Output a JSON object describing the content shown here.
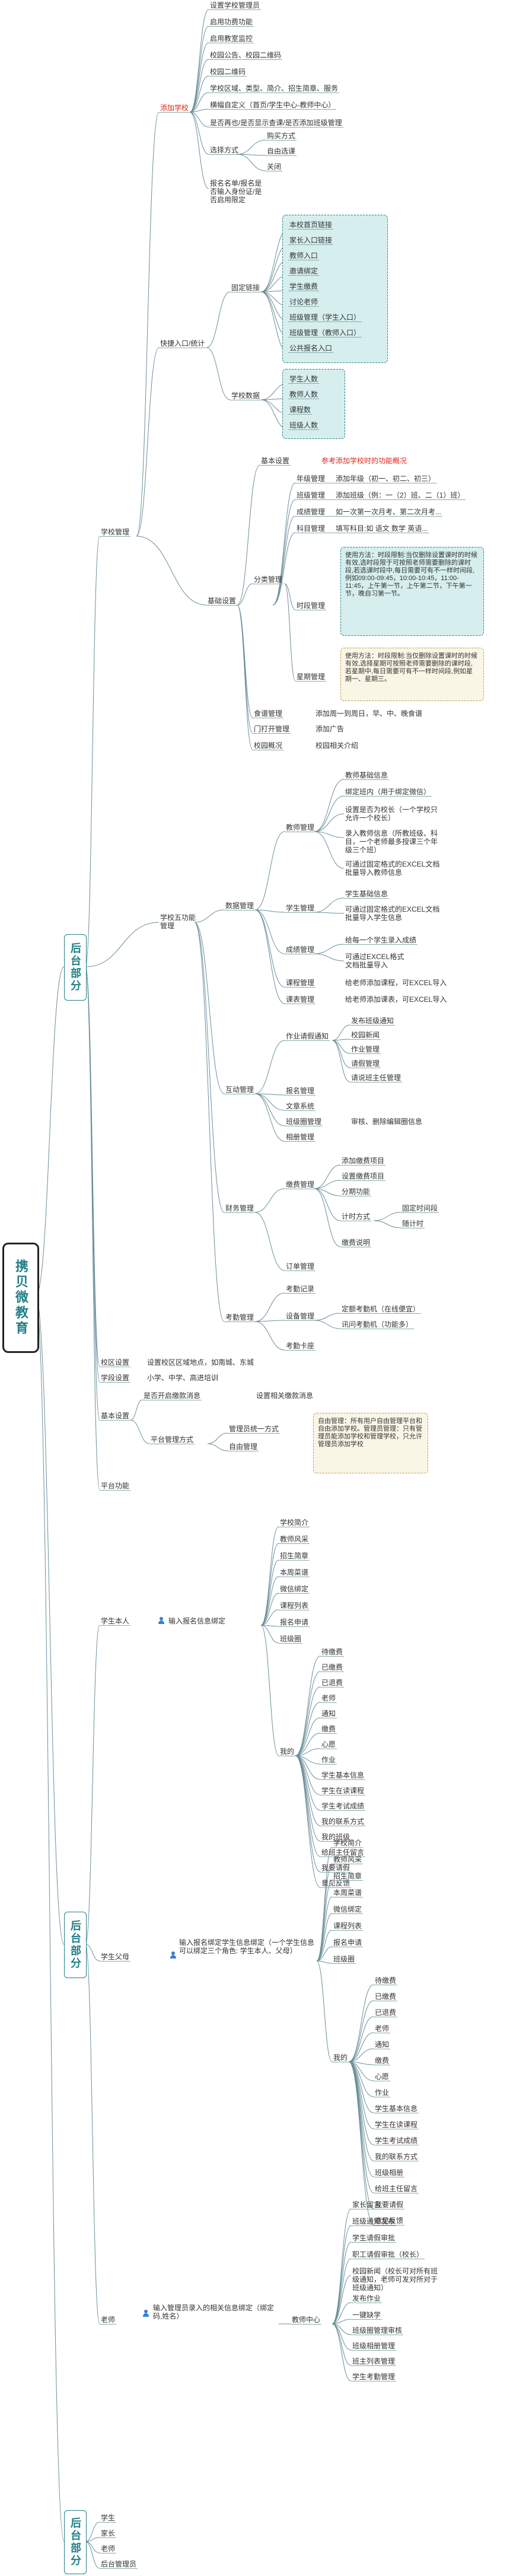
{
  "root": "携贝微教育",
  "sections": {
    "admin": "后台部分",
    "front": "后台部分",
    "front2": "后台部分"
  },
  "school_items": [
    "设置学校管理员",
    "启用功费功能",
    "启用教室监控",
    "校园公告、校园二维码",
    "校园二维码",
    "学校区域、类型、简介、招生简章、服务",
    "横幅自定义（首页/学生中心-教师中心）",
    "是否再也/是否显示查课/是否添加班级管理"
  ],
  "add_school": "添加学校",
  "select_mode": "选择方式",
  "select_opts": [
    "购买方式",
    "自由选课",
    "关闭"
  ],
  "report_note": "报名名单/报名是否输入身份证/是否启用限定",
  "quick_entry": "快捷入口/统计",
  "fixed_links": "固定链接",
  "fixed_items": [
    "本校首页链接",
    "家长入口链接",
    "教师入口",
    "邀请绑定",
    "学生缴费",
    "讨论老师",
    "班级管理（学生入口）",
    "班级管理（教师入口）",
    "公共报名入口"
  ],
  "school_data": "学校数据",
  "data_items": [
    "学生人数",
    "教师人数",
    "课程数",
    "班级人数"
  ],
  "basic_settings": "基本设置",
  "ref_note": "参考添加学校时的功能概况",
  "school_manage": "学校管理",
  "basic_items": [
    {
      "k": "年级管理",
      "v": "添加年级（初一、初二、初三）"
    },
    {
      "k": "班级管理",
      "v": "添加班级（例：一（2）班、二（1）班）"
    },
    {
      "k": "成绩管理",
      "v": "如一次第一次月考、第二次月考..."
    },
    {
      "k": "科目管理",
      "v": "填写科目:如 语文 数学 英语..."
    }
  ],
  "split_manage": "分类管理",
  "time_manage": "时段管理",
  "time_tip": "使用方法：时段限制:当仅删除设置课时的时候有效,选时段限于可按照老师需要删除的课时段,若选课时段中,每日需要可有不一样时间段,例如09:00-09:45，10:00-10:45，11:00-11:45，上午第一节，上午第二节，下午第一节，晚自习第一节。",
  "week_manage": "星期管理",
  "week_tip": "使用方法：时段限制:当仅删除设置课时的时候有效,选择星期可按照老师需要删除的课时段,若星期中,每日需要可有不一样时间段,例如星期一、星期三。",
  "meal_manage": "食谱管理",
  "meal_desc": "添加周一到周日，早、中、晚食谱",
  "door_manage": "门打开管理",
  "door_desc": "添加广告",
  "campus_info": "校园概况",
  "campus_desc": "校园相关介绍",
  "basic_setup": "基础设置",
  "school_functions": "学校五功能管理",
  "data_manage": "数据管理",
  "teacher_manage": "教师管理",
  "teacher_items": [
    "教师基础信息",
    "绑定班内（用于绑定微信）",
    "设置是否为校长（一个学校只允许一个校长）",
    "录入教师信息（所教班级、科目，一个老师最多授课三个年级三个班）",
    "可通过固定格式的EXCEL文档批量导入教师信息"
  ],
  "student_manage": "学生管理",
  "student_items": [
    "学生基础信息",
    "可通过固定格式的EXCEL文档批量导入学生信息"
  ],
  "score_manage": "成绩管理",
  "score_items": [
    "给每一个学生录入成绩",
    "可通过EXCEL格式文档批量导入"
  ],
  "course_manage": "课程管理",
  "course_desc": "给老师添加课程，可EXCEL导入",
  "course_table": "课表管理",
  "course_table_desc": "给老师添加课表，可EXCEL导入",
  "interact_manage": "互动管理",
  "homework": "作业请假通知",
  "homework_items": [
    "发布班级通知",
    "校园新闻",
    "作业管理",
    "请假管理",
    "请说班主任管理"
  ],
  "signup": "报名管理",
  "article": "文章系统",
  "class_album": "班级圈管理",
  "album_desc": "审核、删除编辑圈信息",
  "class_photos": "相册管理",
  "finance": "财务管理",
  "fee_manage": "缴费管理",
  "fee_items": [
    "添加缴费项目",
    "设置缴费项目"
  ],
  "stage": "分期功能",
  "pay_mode": "计时方式",
  "pay_opts": [
    "固定时间段",
    "随计时"
  ],
  "fee_desc": "缴费说明",
  "order_manage": "订单管理",
  "attendance": "考勤管理",
  "att_records": "考勤记录",
  "device_manage": "设备管理",
  "device_items": [
    "定额考勤机（在线便宜）",
    "讯问考勤机（功能多）"
  ],
  "att_card": "考勤卡座",
  "campus_mgmt": "校区设置",
  "campus_mgmt_desc": "设置校区区域地点，如南城、东城",
  "stage_mgmt": "学段设置",
  "stage_mgmt_desc": "小学、中学、高进培训",
  "base_setup2": "基本设置",
  "base_items": [
    "是否开启缴款消息",
    "设置相关缴款消息"
  ],
  "platform_mgmt": "平台管理方式",
  "manage_opts": [
    "管理员统一方式",
    "自由管理"
  ],
  "platform_tip": "自由管理：所有用户自由管理平台和自由添加学校。管理员管理：只有管理员能添加学校和管理学校，只允许管理员添加学校",
  "platform_funcs": "平台功能",
  "student_self": "学生本人",
  "input_student": "输入报名信息绑定",
  "school_intro": [
    "学校简介",
    "教师风采",
    "招生简章",
    "本周菜谱",
    "微信绑定",
    "课程列表",
    "报名申请",
    "班级圈"
  ],
  "mine": "我的",
  "mine_items": [
    "待缴费",
    "已缴费",
    "已退费",
    "老师",
    "通知",
    "缴费",
    "心愿",
    "作业",
    "学生基本信息",
    "学生在读课程",
    "学生考试成绩",
    "我的联系方式",
    "我的班级",
    "给班主任留言",
    "我要请假",
    "意见反馈"
  ],
  "parent": "学生父母",
  "input_parent": "输入报名绑定学生信息绑定（一个学生信息可以绑定三个角色: 学生本人、父母）",
  "parent_intro": [
    "学校简介",
    "教师风采",
    "招生简章",
    "本周菜谱",
    "微信绑定",
    "课程列表",
    "报名申请",
    "班级圈"
  ],
  "parent_mine": "我的",
  "parent_mine_items": [
    "待缴费",
    "已缴费",
    "已退费",
    "老师",
    "通知",
    "缴费",
    "心愿",
    "作业",
    "学生基本信息",
    "学生在读课程",
    "学生考试成绩",
    "我的联系方式",
    "班级相册",
    "给班主任留言",
    "我要请假",
    "意见反馈"
  ],
  "teacher": "老师",
  "input_teacher": "输入管理员录入的相关信息绑定（绑定码,姓名）",
  "teacher_center": "教师中心",
  "teacher_center_items": [
    "家长留言",
    "班级通知发布",
    "学生请假审批",
    "职工请假审批（校长）",
    "校园新闻（校长可对所有班级通知，老师可发对所对于班级通知）",
    "发布作业",
    "一键缺学",
    "班级圈管理审核",
    "班级相册管理",
    "班主列表管理",
    "学生考勤管理"
  ],
  "bottom_items": [
    "学生",
    "家长",
    "老师",
    "后台管理员"
  ]
}
